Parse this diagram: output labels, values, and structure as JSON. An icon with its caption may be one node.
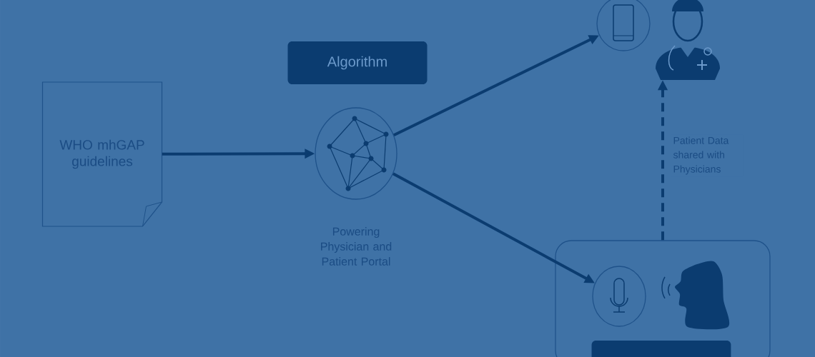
{
  "diagram": {
    "nodes": [
      {
        "text": [
          "WHO mhGAP guidelines"
        ]
      },
      {
        "text": [
          "Algorithm"
        ]
      },
      {
        "text": [],
        "shape": "circle",
        "beside": [
          "Powering Physician and Patient Portal"
        ]
      },
      {
        "text": [],
        "shape": "circle"
      },
      {
        "text": [],
        "shape": "person"
      },
      {
        "text": [],
        "shape": "box"
      },
      {
        "text": [],
        "shape": "circle",
        "in": 5
      },
      {
        "text": [],
        "shape": "person",
        "in": 5
      },
      {
        "text": [],
        "shape": "box",
        "in": 5
      }
    ],
    "edges": [
      {
        "from": 0,
        "to": 2,
        "arrow": "to"
      },
      {
        "from": 2,
        "to": 3,
        "arrow": "to"
      },
      {
        "from": 2,
        "to": 6,
        "arrow": "to"
      },
      {
        "from": 5,
        "to": 4,
        "arrow": "to",
        "style": "dashed",
        "label": "Patient Data shared with Physicians"
      }
    ]
  }
}
